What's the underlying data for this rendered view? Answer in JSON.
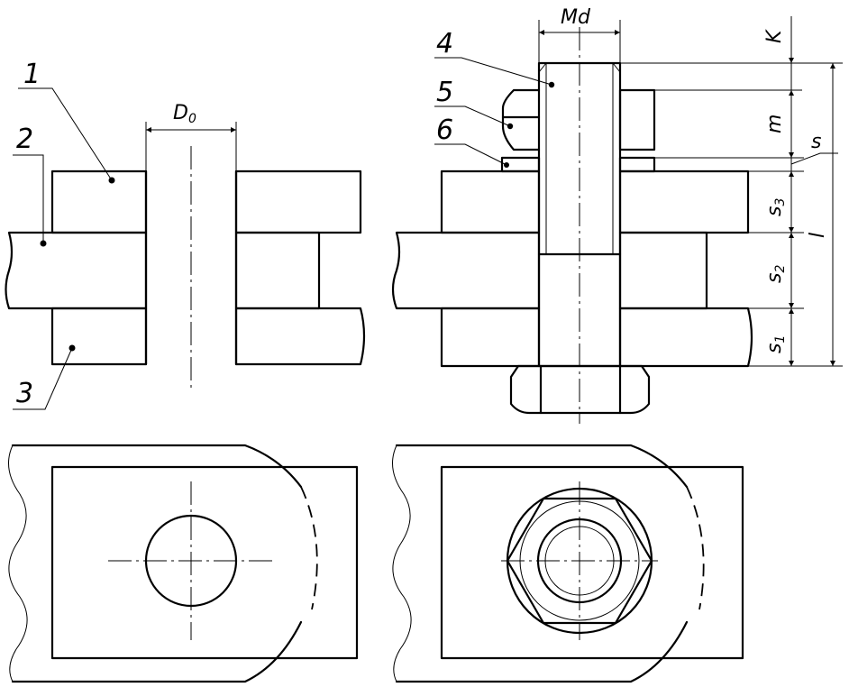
{
  "callouts": {
    "part_1": "1",
    "part_2": "2",
    "part_3": "3",
    "part_4": "4",
    "part_5": "5",
    "part_6": "6"
  },
  "dimensions": {
    "hole_diameter": {
      "main": "D",
      "sub": "0"
    },
    "bolt_thread": "Md",
    "head_height": "K",
    "nut_height": "m",
    "washer_thickness": "s",
    "plate_3_thickness": {
      "main": "s",
      "sub": "3"
    },
    "plate_2_thickness": {
      "main": "s",
      "sub": "2"
    },
    "plate_1_thickness": {
      "main": "s",
      "sub": "1"
    },
    "bolt_length": "l"
  },
  "colors": {
    "line": "#000000",
    "background": "#ffffff"
  }
}
